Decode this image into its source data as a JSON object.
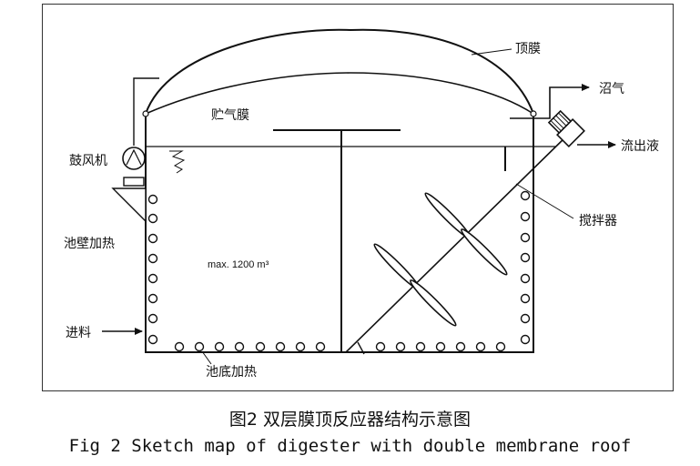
{
  "labels": {
    "top_membrane": "顶膜",
    "biogas": "沼气",
    "gas_storage_membrane": "贮气膜",
    "blower": "鼓风机",
    "effluent": "流出液",
    "agitator": "搅拌器",
    "wall_heating": "池壁加热",
    "capacity": "max. 1200 m³",
    "feed_inlet": "进料",
    "bottom_heating": "池底加热"
  },
  "caption": {
    "chinese": "图2 双层膜顶反应器结构示意图",
    "english": "Fig 2 Sketch map of digester with double membrane roof"
  }
}
